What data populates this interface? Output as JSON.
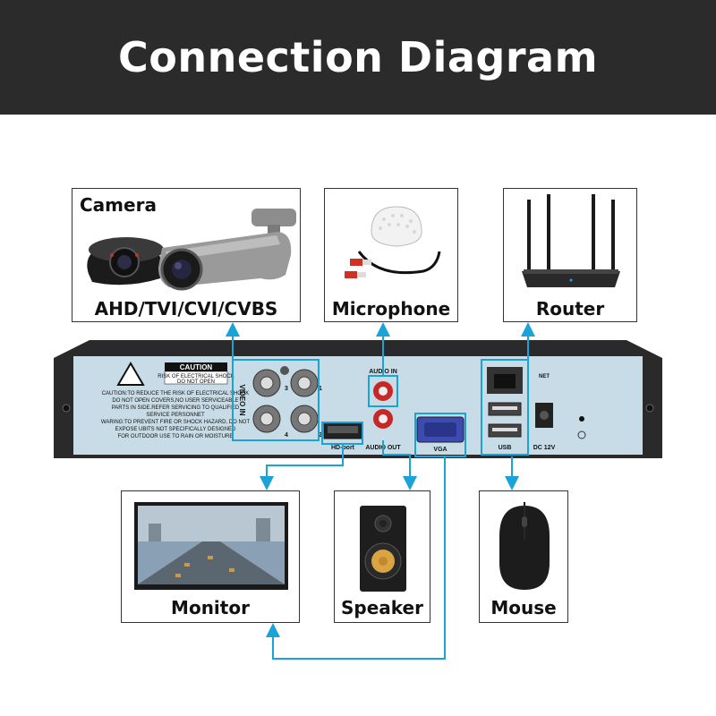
{
  "header": {
    "title": "Connection Diagram"
  },
  "devices": {
    "camera": {
      "title": "Camera",
      "label": "AHD/TVI/CVI/CVBS"
    },
    "microphone": {
      "label": "Microphone"
    },
    "router": {
      "label": "Router"
    },
    "monitor": {
      "label": "Monitor"
    },
    "speaker": {
      "label": "Speaker"
    },
    "mouse": {
      "label": "Mouse"
    }
  },
  "dvr": {
    "caution_title": "CAUTION",
    "caution_sub1": "RISK OF ELECTRICAL SHOCK",
    "caution_sub2": "DO NOT OPEN",
    "warning_lines": [
      "CAUTION:TO REDUCE THE RISK OF ELECTRICAL SHOCK",
      "DO NOT OPEN COVERS,NO USER SERVICEABLE",
      "PARTS IN SIDE.REFER SERVICING TO QUALIFIED",
      "SERVICE PERSONNET",
      "WARING:TO PREVENT FIRE OR SHOCK HAZARD, DO NOT",
      "EXPOSE UBITS NOT SPECIFICALLY DESIGNED",
      "FOR OUTDOOR USE TO RAIN OR MOISTURE"
    ],
    "video_in": "VIDEO IN",
    "bnc_numbers": [
      "3",
      "1",
      "4",
      "2"
    ],
    "audio_in": "AUDIO IN",
    "audio_out": "AUDIO OUT",
    "hd_port": "HD-port",
    "vga": "VGA",
    "usb": "USB",
    "net": "NET",
    "dc": "DC 12V"
  },
  "colors": {
    "header_bg": "#2b2b2b",
    "connector": "#1aa3d9",
    "panel": "#c7dce6",
    "chassis": "#2a2a2a"
  }
}
